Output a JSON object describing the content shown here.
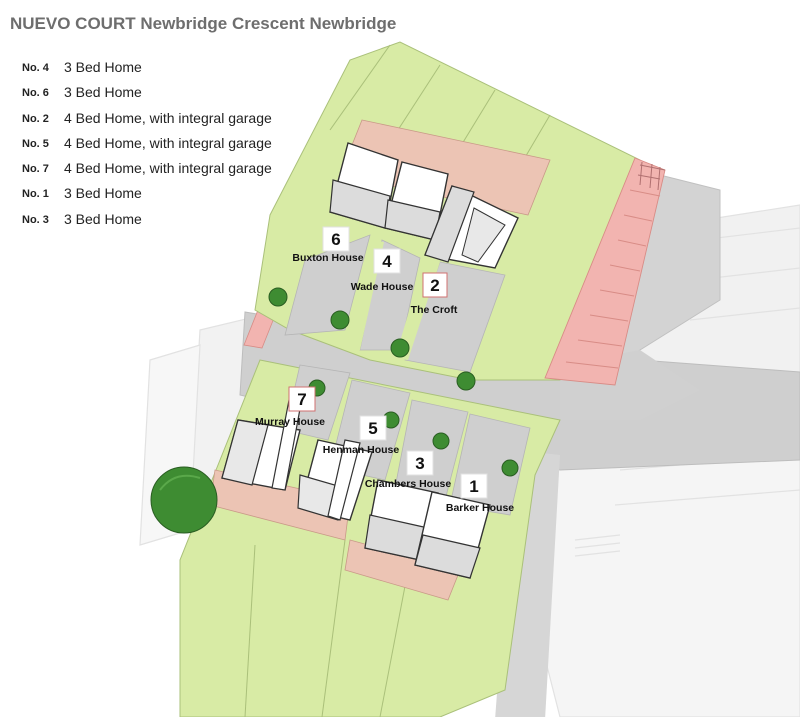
{
  "title": "NUEVO COURT Newbridge Crescent Newbridge",
  "legend": [
    {
      "no": "No. 4",
      "desc": "3 Bed Home"
    },
    {
      "no": "No. 6",
      "desc": "3 Bed Home"
    },
    {
      "no": "No. 2",
      "desc": "4 Bed Home, with integral garage"
    },
    {
      "no": "No. 5",
      "desc": "4 Bed Home, with integral garage"
    },
    {
      "no": "No. 7",
      "desc": "4 Bed Home, with integral garage"
    },
    {
      "no": "No. 1",
      "desc": "3 Bed Home"
    },
    {
      "no": "No. 3",
      "desc": "3 Bed Home"
    }
  ],
  "plots": [
    {
      "number": "6",
      "name": "Buxton House"
    },
    {
      "number": "4",
      "name": "Wade House"
    },
    {
      "number": "2",
      "name": "The Croft"
    },
    {
      "number": "7",
      "name": "Murray House"
    },
    {
      "number": "5",
      "name": "Henman House"
    },
    {
      "number": "3",
      "name": "Chambers House"
    },
    {
      "number": "1",
      "name": "Barker House"
    }
  ],
  "colors": {
    "grass": "#d8eba5",
    "road": "#cfcfcf",
    "paving": "#ecc4b4",
    "parking": "#f2b4b0",
    "roof": "#e8e8e8",
    "tree": "#3e8c32"
  }
}
